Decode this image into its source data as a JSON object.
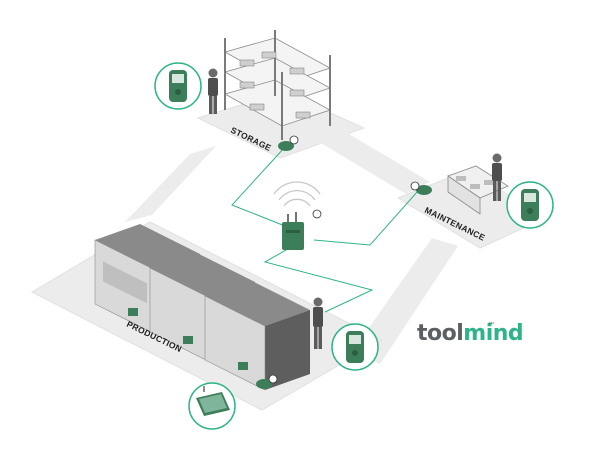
{
  "zones": {
    "storage": "STORAGE",
    "maintenance": "MAINTENANCE",
    "production": "PRODUCTION"
  },
  "brand": {
    "name_part1": "tool",
    "name_part2": "mind",
    "trademark": "™"
  },
  "colors": {
    "accent_green": "#2fb48a",
    "device_green": "#3d7e5a",
    "floor": "#ececec",
    "floor_edge": "#dcdcdc",
    "machine": "#6e6e6e",
    "logo_dark": "#5c5f63"
  },
  "icons": [
    "gateway-icon",
    "wifi-signal-icon",
    "sensor-icon",
    "handheld-device-icon",
    "tablet-icon",
    "worker-icon",
    "shelf-rack-icon",
    "machine-icon"
  ]
}
